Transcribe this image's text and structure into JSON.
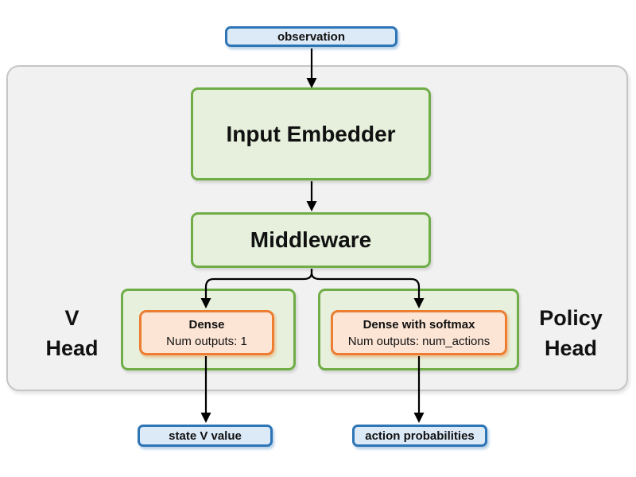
{
  "diagram": {
    "observation": {
      "label": "observation"
    },
    "input_embedder": {
      "label": "Input Embedder"
    },
    "middleware": {
      "label": "Middleware"
    },
    "v_head": {
      "line1": "V",
      "line2": "Head"
    },
    "policy_head": {
      "line1": "Policy",
      "line2": "Head"
    },
    "dense": {
      "title": "Dense",
      "subtitle": "Num outputs: 1"
    },
    "dense_softmax": {
      "title": "Dense with softmax",
      "subtitle": "Num outputs: num_actions"
    },
    "state_v_value": {
      "label": "state V value"
    },
    "action_probabilities": {
      "label": "action probabilities"
    },
    "colors": {
      "blue_border": "#2e75b6",
      "blue_fill": "#dce9f7",
      "green_border": "#70ad47",
      "green_fill": "#e6f0dc",
      "orange_border": "#ed7d31",
      "orange_fill": "#fce5d5",
      "container_fill": "#f1f1f1",
      "container_border": "#c6c6c6",
      "arrow": "#000000"
    }
  }
}
